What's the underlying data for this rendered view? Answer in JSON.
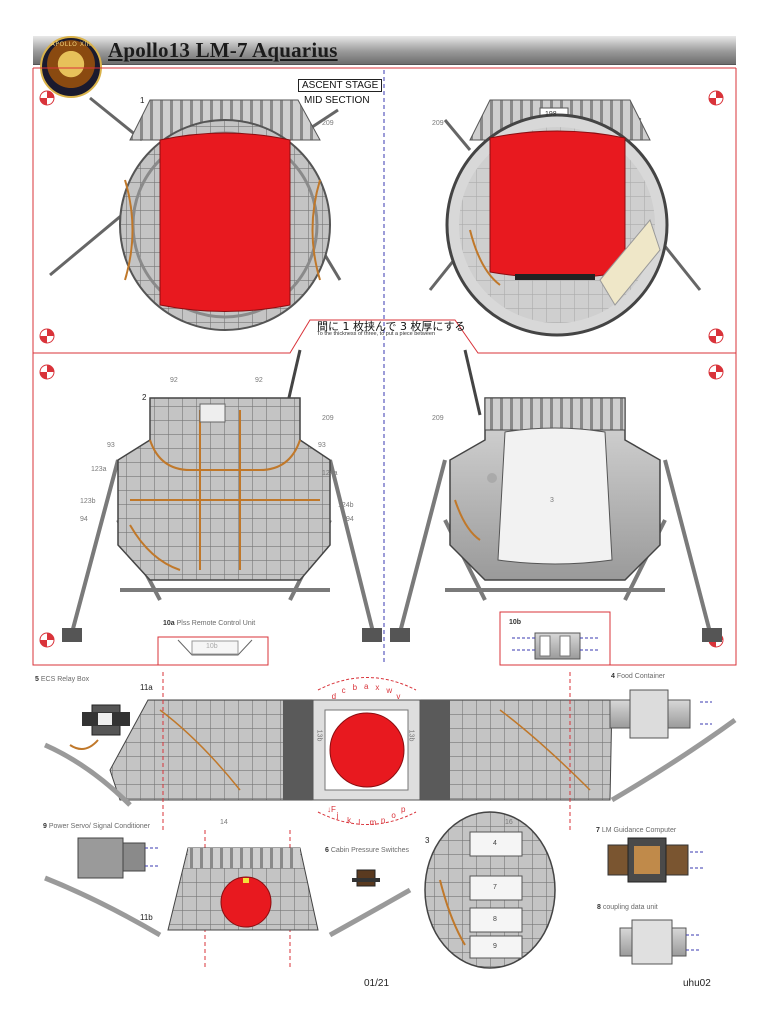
{
  "header": {
    "title": "Apollo13 LM-7 Aquarius",
    "emblem_text": "APOLLO XIII"
  },
  "stage": {
    "box_label": "ASCENT STAGE",
    "sub_label": "MID SECTION"
  },
  "instruction": {
    "jp": "間に 1 枚挟んで 3 枚厚にする",
    "en": "To the thickness of three, to put a piece between"
  },
  "part_numbers": {
    "p1": "1",
    "p2": "2",
    "p3": "3",
    "p3b": "3",
    "p209a": "209",
    "p209b": "209",
    "p209c": "209",
    "p209d": "209",
    "p198": "198",
    "p92a": "92",
    "p92b": "92",
    "p93a": "93",
    "p93b": "93",
    "p123a": "123a",
    "p123b": "123b",
    "p124a": "124a",
    "p124b": "124b",
    "p94a": "94",
    "p94b": "94",
    "p11a": "11a",
    "p11b": "11b",
    "p14": "14",
    "p16": "16",
    "p4": "4",
    "p7": "7",
    "p8": "8",
    "p9": "9",
    "p10b_tag": "10b",
    "p13b_l": "13b",
    "p13b_r": "13b"
  },
  "tab_letters_top": [
    "d",
    "c",
    "b",
    "a",
    "x",
    "w",
    "v"
  ],
  "tab_letters_bottom": [
    "↓F",
    "j",
    "k",
    "l",
    "m",
    "n",
    "o",
    "p"
  ],
  "parts": {
    "p10a": {
      "num": "10a",
      "name": "Plss Remote Control Unit",
      "tag": "10b"
    },
    "p10b": {
      "num": "10b"
    },
    "p5": {
      "num": "5",
      "name": "ECS Relay Box"
    },
    "p4": {
      "num": "4",
      "name": "Food Container"
    },
    "p9": {
      "num": "9",
      "name": "Power Servo/ Signal Conditioner"
    },
    "p6": {
      "num": "6",
      "name": "Cabin Pressure Switches"
    },
    "p7": {
      "num": "7",
      "name": "LM Guidance Computer"
    },
    "p8": {
      "num": "8",
      "name": "coupling data unit"
    }
  },
  "footer": {
    "page": "01/21",
    "code": "uhu02"
  },
  "colors": {
    "frame_red": "#d9333a",
    "fill_red": "#e8191f",
    "metal": "#b9b9b9",
    "dark_metal": "#5a5a5a",
    "copper": "#c0782a"
  }
}
